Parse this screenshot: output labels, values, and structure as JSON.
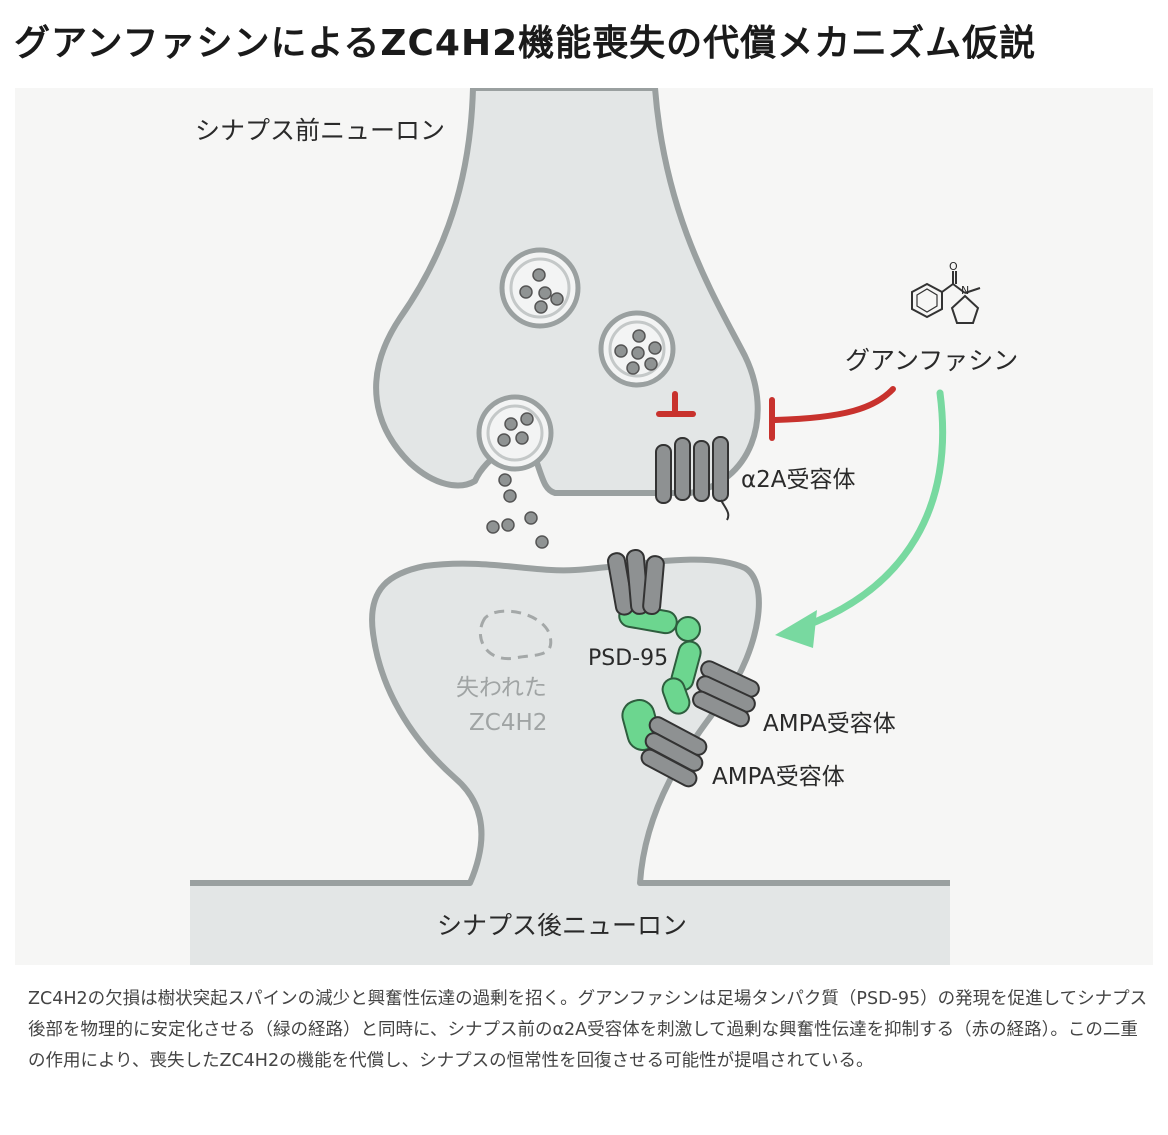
{
  "title": "グアンファシンによるZC4H2機能喪失の代償メカニズム仮説",
  "diagram": {
    "presynaptic_label": "シナプス前ニューロン",
    "postsynaptic_label": "シナプス後ニューロン",
    "drug_label": "グアンファシン",
    "receptor_a2a_label": "α2A受容体",
    "psd95_label": "PSD-95",
    "ampa_label_1": "AMPA受容体",
    "ampa_label_2": "AMPA受容体",
    "lost_label_line1": "失われた",
    "lost_label_line2": "ZC4H2",
    "colors": {
      "membrane": "#9aa0a0",
      "cytoplasm": "#e3e6e6",
      "inhibit": "#c8322d",
      "promote": "#78d9a0",
      "psd95": "#6cd68f",
      "receptor": "#8e9192"
    }
  },
  "caption": "ZC4H2の欠損は樹状突起スパインの減少と興奮性伝達の過剰を招く。グアンファシンは足場タンパク質（PSD-95）の発現を促進してシナプス後部を物理的に安定化させる（緑の経路）と同時に、シナプス前のα2A受容体を刺激して過剰な興奮性伝達を抑制する（赤の経路）。この二重の作用により、喪失したZC4H2の機能を代償し、シナプスの恒常性を回復させる可能性が提唱されている。"
}
